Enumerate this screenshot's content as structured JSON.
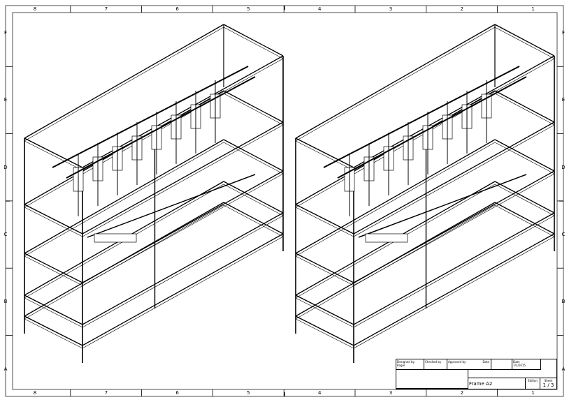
{
  "frame": {
    "columns": [
      "8",
      "7",
      "6",
      "5",
      "4",
      "3",
      "2",
      "1"
    ],
    "rows": [
      "F",
      "E",
      "D",
      "C",
      "B",
      "A"
    ]
  },
  "title_block": {
    "designed_by_label": "Designed by",
    "designed_by": "Roger",
    "checked_by_label": "Checked by",
    "approved_by_label": "Approved by",
    "date_label_1": "Date",
    "date_label_2": "Date",
    "date": "7/2/2015",
    "title": "Frame A2",
    "edition_label": "Edition",
    "sheet_label": "Sheet",
    "sheet": "1 / 3"
  }
}
